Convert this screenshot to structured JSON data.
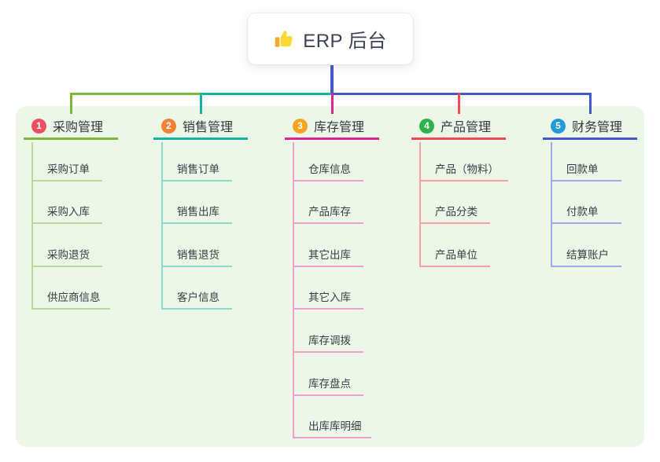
{
  "root": {
    "title": "ERP 后台",
    "icon": "thumbs-up-icon"
  },
  "branches": [
    {
      "number": "1",
      "title": "采购管理",
      "badge_color": "#f04f63",
      "line_color": "#7cb83d",
      "child_line_color": "#b7dc99",
      "children": [
        "采购订单",
        "采购入库",
        "采购退货",
        "供应商信息"
      ]
    },
    {
      "number": "2",
      "title": "销售管理",
      "badge_color": "#f58233",
      "line_color": "#13b2a1",
      "child_line_color": "#8fd8cc",
      "children": [
        "销售订单",
        "销售出库",
        "销售退货",
        "客户信息"
      ]
    },
    {
      "number": "3",
      "title": "库存管理",
      "badge_color": "#f6a41f",
      "line_color": "#db2590",
      "child_line_color": "#f19fce",
      "children": [
        "仓库信息",
        "产品库存",
        "其它出库",
        "其它入库",
        "库存调拨",
        "库存盘点",
        "出库库明细"
      ]
    },
    {
      "number": "4",
      "title": "产品管理",
      "badge_color": "#2fb24c",
      "line_color": "#ee4b52",
      "child_line_color": "#f6a2a4",
      "children": [
        "产品（物料）",
        "产品分类",
        "产品单位"
      ]
    },
    {
      "number": "5",
      "title": "财务管理",
      "badge_color": "#209bd8",
      "line_color": "#4458ce",
      "child_line_color": "#9dace5",
      "children": [
        "回款单",
        "付款单",
        "结算账户"
      ]
    }
  ],
  "colors": {
    "panel_bg": "#ecf7e8",
    "root_line": "#4458ce",
    "card_bg": "#ffffff",
    "text": "#35383f",
    "thumb_yellow": "#fdd835",
    "thumb_cuff": "#f9a825"
  }
}
